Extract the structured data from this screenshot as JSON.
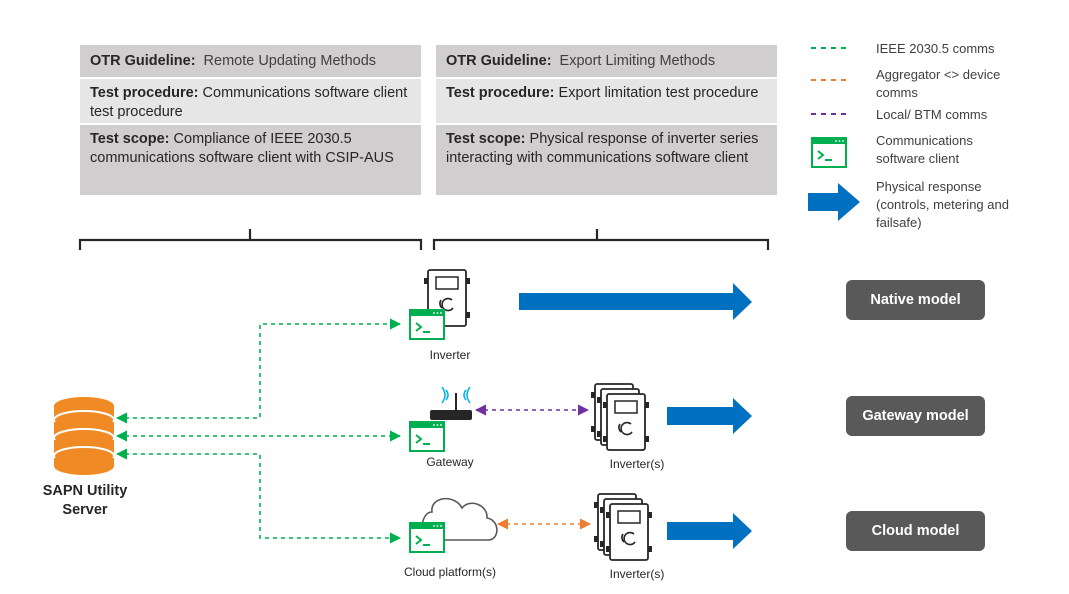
{
  "tables": [
    {
      "header_label": "OTR Guideline:",
      "header_value": "Remote Updating Methods",
      "procedure_label": "Test procedure:",
      "procedure_value": "Communications software client test procedure",
      "scope_label": "Test scope:",
      "scope_value": "Compliance of IEEE 2030.5 communications software client with CSIP-AUS"
    },
    {
      "header_label": "OTR Guideline:",
      "header_value": "Export Limiting Methods",
      "procedure_label": "Test procedure:",
      "procedure_value": "Export limitation test procedure",
      "scope_label": "Test scope:",
      "scope_value": "Physical response of inverter series interacting with communications software client"
    }
  ],
  "legend": {
    "ieee": "IEEE 2030.5 comms",
    "aggregator": "Aggregator <> device comms",
    "local": "Local/ BTM comms",
    "client": "Communications software client",
    "physical": "Physical response (controls, metering and failsafe)"
  },
  "nodes": {
    "server": "SAPN Utility Server",
    "inverter": "Inverter",
    "gateway": "Gateway",
    "gateway_inverters": "Inverter(s)",
    "cloud": "Cloud platform(s)",
    "cloud_inverters": "Inverter(s)"
  },
  "models": {
    "native": "Native model",
    "gateway": "Gateway model",
    "cloud": "Cloud model"
  },
  "colors": {
    "ieee_green": "#00b050",
    "aggregator_orange": "#ed7d31",
    "local_purple": "#7030a0",
    "arrow_blue": "#0070c0",
    "server_orange": "#f08a24"
  }
}
